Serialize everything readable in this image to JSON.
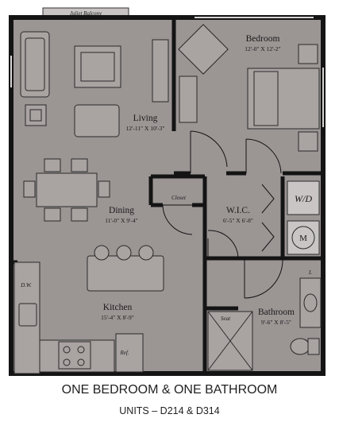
{
  "balcony_label": "Juliet Balcony",
  "rooms": {
    "living": {
      "name": "Living",
      "dims": "12'-11\" X 10'-3\""
    },
    "bedroom": {
      "name": "Bedroom",
      "dims": "12'-0\" X 12'-2\""
    },
    "dining": {
      "name": "Dining",
      "dims": "11'-0\" X 9'-4\""
    },
    "wic": {
      "name": "W.I.C.",
      "dims": "6'-5\" X 6'-8\""
    },
    "kitchen": {
      "name": "Kitchen",
      "dims": "15'-4\" X 8'-9\""
    },
    "bathroom": {
      "name": "Bathroom",
      "dims": "9'-6\" X 8'-5\""
    }
  },
  "labels": {
    "closet": "Closet",
    "washer_dryer": "W/D",
    "mechanical": "M",
    "dishwasher": "D.W.",
    "refrigerator": "Ref.",
    "seat": "Seat",
    "linen": "L"
  },
  "caption": {
    "title": "ONE BEDROOM & ONE BATHROOM",
    "units": "UNITS – D214 & D314"
  },
  "colors": {
    "floor": "#9b9594",
    "wall": "#141414",
    "furniture": "#a9a3a2"
  }
}
